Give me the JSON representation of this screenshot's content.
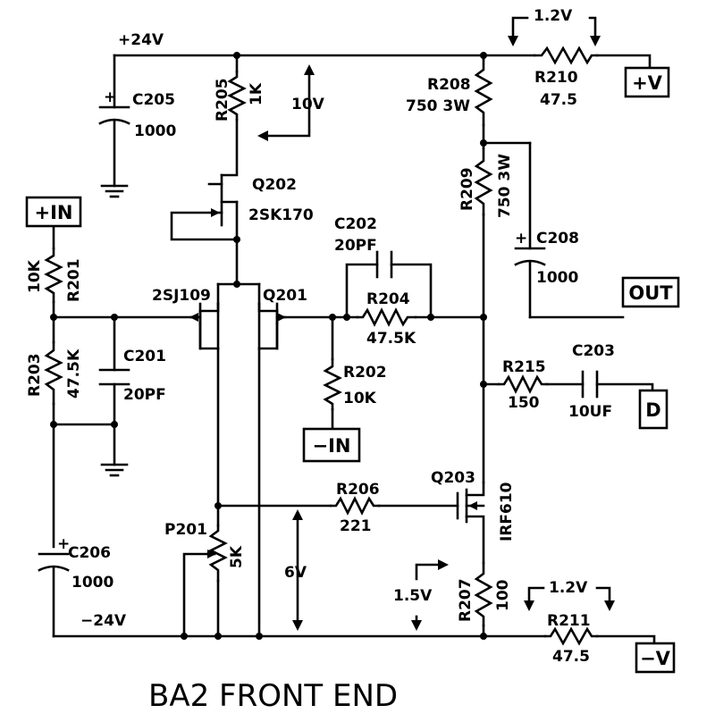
{
  "title": "BA2 FRONT END",
  "rails": {
    "pos": "+24V",
    "neg": "−24V"
  },
  "terminals": {
    "in_pos": "+IN",
    "in_neg": "−IN",
    "vpos": "+V",
    "vneg": "−V",
    "out": "OUT",
    "d": "D"
  },
  "annotations": {
    "v10": "10V",
    "v12_top": "1.2V",
    "v12_bottom": "1.2V",
    "v6": "6V",
    "v15": "1.5V"
  },
  "components": {
    "c205": {
      "ref": "C205",
      "value": "1000"
    },
    "r205": {
      "ref": "R205",
      "value": "1K"
    },
    "q202": {
      "ref": "Q202",
      "part": "2SK170"
    },
    "r208": {
      "ref": "R208",
      "value": "750 3W"
    },
    "r210": {
      "ref": "R210",
      "value": "47.5"
    },
    "r209": {
      "ref": "R209",
      "value": "750 3W"
    },
    "c208": {
      "ref": "C208",
      "value": "1000"
    },
    "c202": {
      "ref": "C202",
      "value": "20PF"
    },
    "r204": {
      "ref": "R204",
      "value": "47.5K"
    },
    "r201": {
      "ref": "R201",
      "value": "10K"
    },
    "q201": {
      "ref": "Q201",
      "part": "2SJ109"
    },
    "c201": {
      "ref": "C201",
      "value": "20PF"
    },
    "r203": {
      "ref": "R203",
      "value": "47.5K"
    },
    "r202": {
      "ref": "R202",
      "value": "10K"
    },
    "r215": {
      "ref": "R215",
      "value": "150"
    },
    "c203": {
      "ref": "C203",
      "value": "10UF"
    },
    "q203": {
      "ref": "Q203",
      "part": "IRF610"
    },
    "r206": {
      "ref": "R206",
      "value": "221"
    },
    "c206": {
      "ref": "C206",
      "value": "1000"
    },
    "p201": {
      "ref": "P201",
      "value": "5K"
    },
    "r207": {
      "ref": "R207",
      "value": "100"
    },
    "r211": {
      "ref": "R211",
      "value": "47.5"
    }
  }
}
